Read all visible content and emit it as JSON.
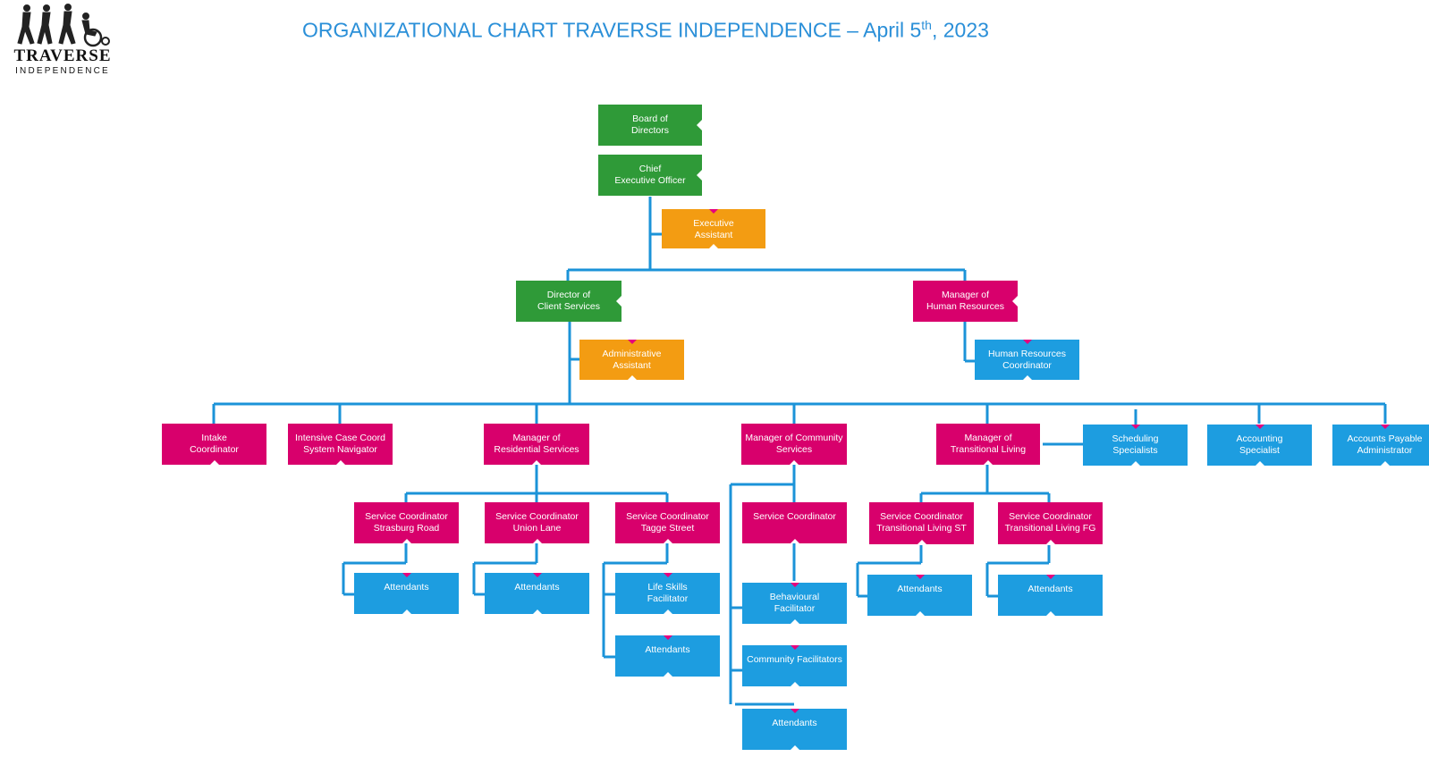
{
  "logo": {
    "word": "TRAVERSE",
    "sub": "INDEPENDENCE"
  },
  "title": {
    "main": "ORGANIZATIONAL CHART TRAVERSE INDEPENDENCE –  April 5",
    "sup": "th",
    "tail": ", 2023"
  },
  "colors": {
    "green": "#2f9a38",
    "orange": "#f39c12",
    "magenta": "#d8006c",
    "blue": "#1d9de0",
    "line": "#1b93d8",
    "title": "#2a8fd8"
  },
  "nodes": [
    {
      "id": "board",
      "color": "green",
      "lines": [
        "Board of",
        "Directors"
      ]
    },
    {
      "id": "ceo",
      "color": "green",
      "lines": [
        "Chief",
        "Executive Officer"
      ]
    },
    {
      "id": "exec_asst",
      "color": "orange",
      "lines": [
        "Executive",
        "Assistant"
      ]
    },
    {
      "id": "dir_client",
      "color": "green",
      "lines": [
        "Director of",
        "Client Services"
      ]
    },
    {
      "id": "mgr_hr",
      "color": "magenta",
      "lines": [
        "Manager of",
        "Human Resources"
      ]
    },
    {
      "id": "admin_asst",
      "color": "orange",
      "lines": [
        "Administrative",
        "Assistant"
      ]
    },
    {
      "id": "hr_coord",
      "color": "blue",
      "lines": [
        "Human Resources",
        "Coordinator"
      ]
    },
    {
      "id": "intake",
      "color": "magenta",
      "lines": [
        "Intake",
        "Coordinator"
      ]
    },
    {
      "id": "icc",
      "color": "magenta",
      "lines": [
        "Intensive Case Coord",
        "System Navigator"
      ]
    },
    {
      "id": "mgr_res",
      "color": "magenta",
      "lines": [
        "Manager of",
        "Residential Services"
      ]
    },
    {
      "id": "mgr_comm",
      "color": "magenta",
      "lines": [
        "Manager of Community",
        "Services"
      ]
    },
    {
      "id": "mgr_trans",
      "color": "magenta",
      "lines": [
        "Manager of",
        "Transitional Living"
      ]
    },
    {
      "id": "sched",
      "color": "blue",
      "lines": [
        "Scheduling",
        "Specialists"
      ]
    },
    {
      "id": "acct",
      "color": "blue",
      "lines": [
        "Accounting",
        "Specialist"
      ]
    },
    {
      "id": "ap",
      "color": "blue",
      "lines": [
        "Accounts Payable",
        "Administrator"
      ]
    },
    {
      "id": "sc_stras",
      "color": "magenta",
      "lines": [
        "Service Coordinator",
        "Strasburg Road"
      ]
    },
    {
      "id": "sc_union",
      "color": "magenta",
      "lines": [
        "Service Coordinator",
        "Union Lane"
      ]
    },
    {
      "id": "sc_tagge",
      "color": "magenta",
      "lines": [
        "Service Coordinator",
        "Tagge Street"
      ]
    },
    {
      "id": "sc_comm",
      "color": "magenta",
      "lines": [
        "Service Coordinator"
      ]
    },
    {
      "id": "sc_tl_st",
      "color": "magenta",
      "lines": [
        "Service Coordinator",
        "Transitional Living ST"
      ]
    },
    {
      "id": "sc_tl_fg",
      "color": "magenta",
      "lines": [
        "Service Coordinator",
        "Transitional Living FG"
      ]
    },
    {
      "id": "att_stras",
      "color": "blue",
      "lines": [
        "Attendants"
      ]
    },
    {
      "id": "att_union",
      "color": "blue",
      "lines": [
        "Attendants"
      ]
    },
    {
      "id": "life_skills",
      "color": "blue",
      "lines": [
        "Life Skills",
        "Facilitator"
      ]
    },
    {
      "id": "att_tagge",
      "color": "blue",
      "lines": [
        "Attendants"
      ]
    },
    {
      "id": "behav",
      "color": "blue",
      "lines": [
        "Behavioural",
        "Facilitator"
      ]
    },
    {
      "id": "comm_fac",
      "color": "blue",
      "lines": [
        "Community Facilitators"
      ]
    },
    {
      "id": "att_comm",
      "color": "blue",
      "lines": [
        "Attendants"
      ]
    },
    {
      "id": "att_tl_st",
      "color": "blue",
      "lines": [
        "Attendants"
      ]
    },
    {
      "id": "att_tl_fg",
      "color": "blue",
      "lines": [
        "Attendants"
      ]
    }
  ]
}
